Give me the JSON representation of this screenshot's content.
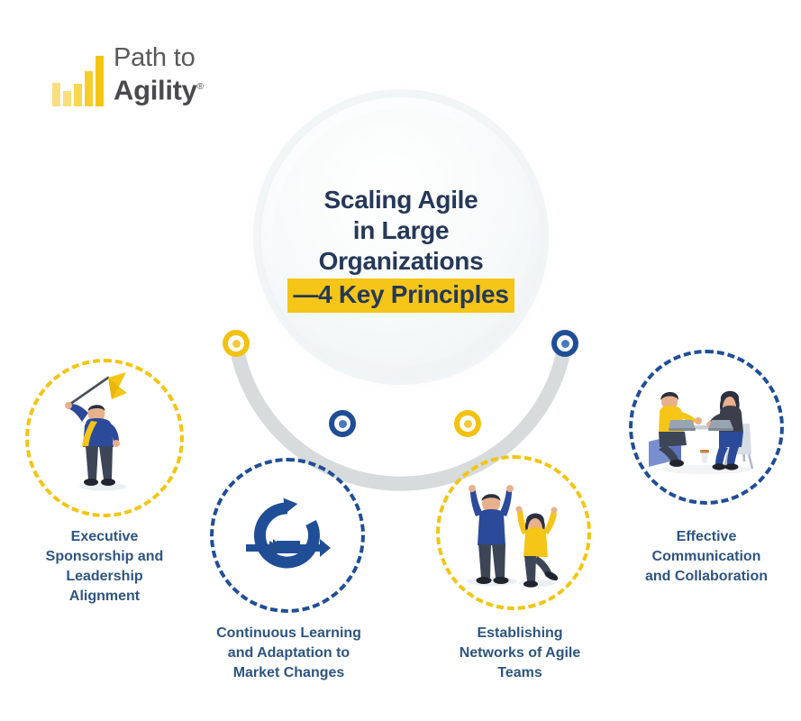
{
  "logo": {
    "line1": "Path to",
    "line2": "Agility",
    "registered": "®",
    "icon": "bar-chart-icon",
    "bar_heights": [
      26,
      17,
      25,
      39,
      56
    ],
    "bar_color": "#F2C511",
    "text_color": "#58595B"
  },
  "hero": {
    "title_line1": "Scaling Agile",
    "title_line2": "in Large",
    "title_line3": "Organizations",
    "title_line4": "—4 Key Principles",
    "highlight_color": "#F5C518",
    "title_color": "#253858"
  },
  "colors": {
    "navy": "#1F4E96",
    "yellow": "#F2C511",
    "label_text": "#2E5580",
    "arc": "#D7DBDC",
    "background": "#FFFFFF"
  },
  "nodes": [
    {
      "name": "node-1",
      "color": "yellow"
    },
    {
      "name": "node-2",
      "color": "navy"
    },
    {
      "name": "node-3",
      "color": "yellow"
    },
    {
      "name": "node-4",
      "color": "navy"
    }
  ],
  "principles": [
    {
      "index": 1,
      "label": "Executive Sponsorship and Leadership Alignment",
      "label_lines": [
        "Executive",
        "Sponsorship and",
        "Leadership",
        "Alignment"
      ],
      "circle_color": "yellow",
      "illustration": "person-holding-flag-icon"
    },
    {
      "index": 2,
      "label": "Continuous Learning and Adaptation to Market Changes",
      "label_lines": [
        "Continuous Learning",
        "and Adaptation to",
        "Market Changes"
      ],
      "circle_color": "navy",
      "illustration": "agile-iteration-arrows-icon"
    },
    {
      "index": 3,
      "label": "Establishing Networks of Agile Teams",
      "label_lines": [
        "Establishing",
        "Networks of Agile",
        "Teams"
      ],
      "circle_color": "yellow",
      "illustration": "two-people-celebrating-icon"
    },
    {
      "index": 4,
      "label": "Effective Communication and Collaboration",
      "label_lines": [
        "Effective",
        "Communication",
        "and Collaboration"
      ],
      "circle_color": "navy",
      "illustration": "two-people-collaborating-at-table-icon"
    }
  ]
}
